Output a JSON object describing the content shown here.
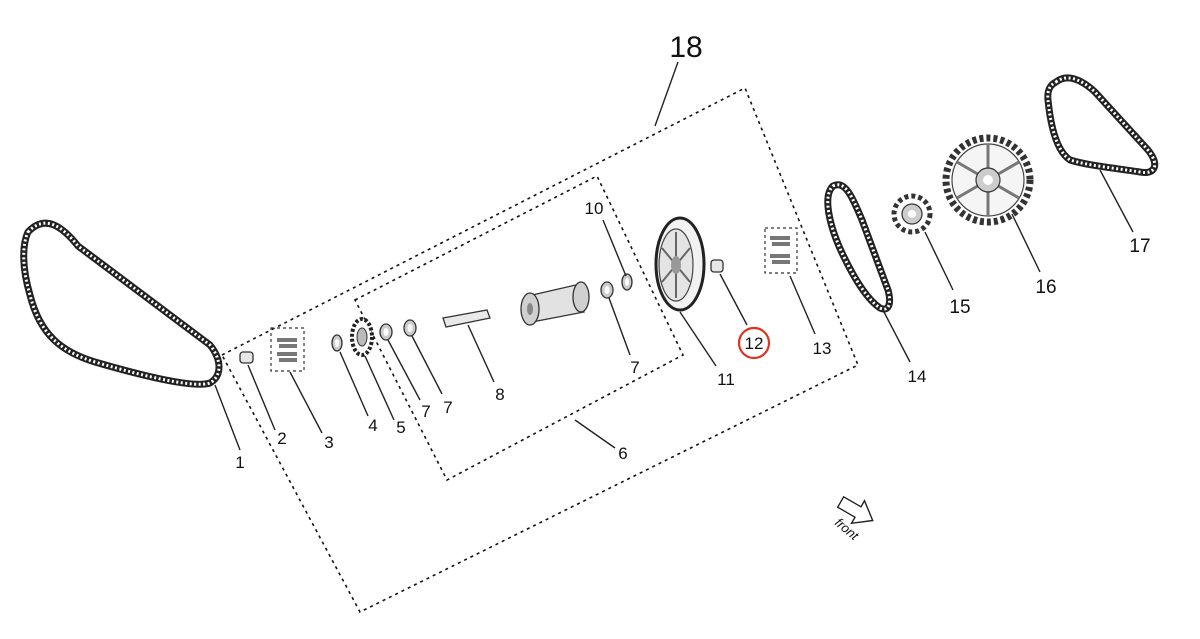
{
  "diagram": {
    "callouts": {
      "c1": "1",
      "c2": "2",
      "c3": "3",
      "c4": "4",
      "c5": "5",
      "c6": "6",
      "c7a": "7",
      "c7b": "7",
      "c7c": "7",
      "c8": "8",
      "c10": "10",
      "c11": "11",
      "c12": "12",
      "c13": "13",
      "c14": "14",
      "c15": "15",
      "c16": "16",
      "c17": "17",
      "c18": "18"
    },
    "highlighted_callout": "12",
    "highlight_color": "#e0331f",
    "direction_label": "front",
    "icons": {
      "chain": "chain-loop-icon",
      "belt": "belt-loop-icon",
      "sprocket": "sprocket-icon",
      "pulley": "pulley-icon",
      "hub": "hub-icon",
      "bearing": "bearing-icon",
      "bolts": "bolt-kit-icon",
      "arrow": "direction-arrow-icon"
    }
  }
}
